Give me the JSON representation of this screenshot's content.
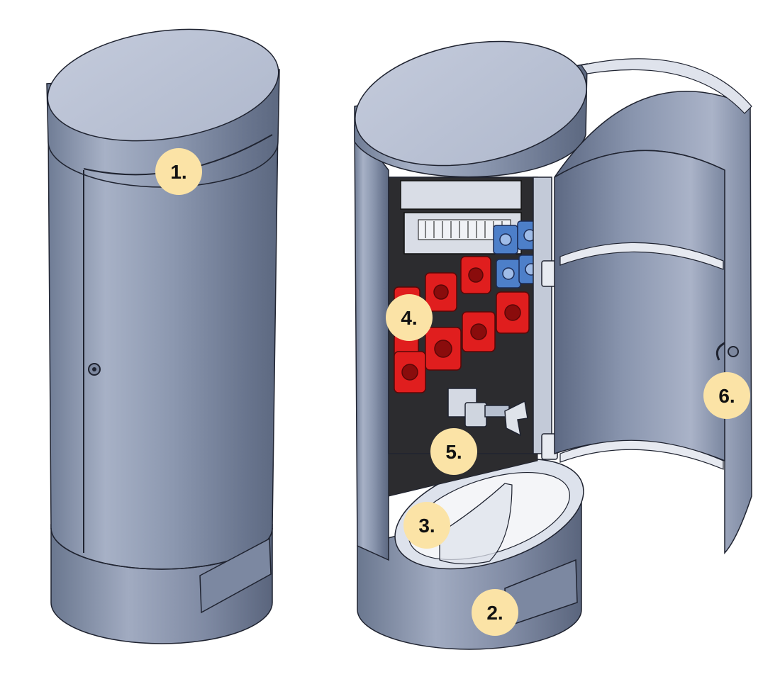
{
  "colors": {
    "metal": "#8e9bb3",
    "metal_light": "#c9d0e2",
    "metal_dark": "#5f6b83",
    "panel": "#2c2c2f",
    "socket_red": "#e01e1e",
    "socket_blue": "#4d7fc9",
    "callout_fill": "#fbe3a6",
    "outline": "#1f2330"
  },
  "callouts": [
    {
      "id": "1",
      "label": "1."
    },
    {
      "id": "2",
      "label": "2."
    },
    {
      "id": "3",
      "label": "3."
    },
    {
      "id": "4",
      "label": "4."
    },
    {
      "id": "5",
      "label": "5."
    },
    {
      "id": "6",
      "label": "6."
    }
  ]
}
